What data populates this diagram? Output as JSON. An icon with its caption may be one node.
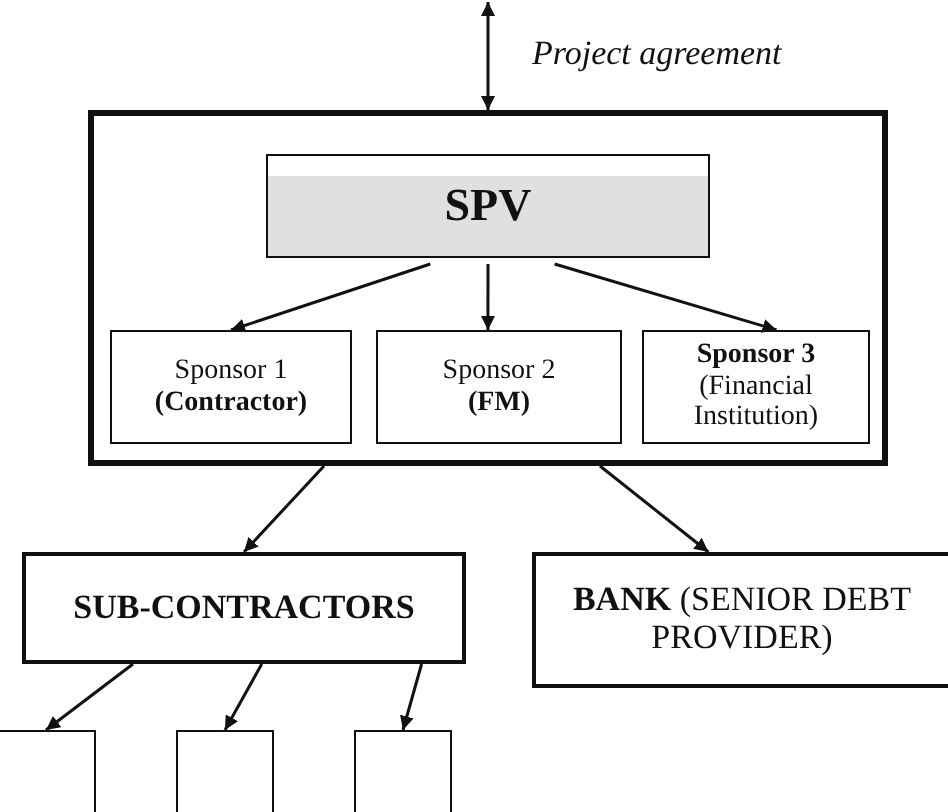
{
  "diagram": {
    "nodes": [
      {
        "text": [],
        "shape": "box"
      },
      {
        "text": [
          "SPV"
        ],
        "in": 0
      },
      {
        "text": [
          "Sponsor 1 **(Contractor)**"
        ],
        "in": 0
      },
      {
        "text": [
          "Sponsor 2 **(FM)**"
        ],
        "in": 0
      },
      {
        "text": [
          "**Sponsor 3** (Financial Institution)"
        ],
        "in": 0
      },
      {
        "text": [
          "SUB-CONTRACTORS"
        ]
      },
      {
        "text": [
          "**BANK** (SENIOR DEBT PROVIDER)"
        ]
      },
      {
        "text": [],
        "shape": "box"
      },
      {
        "text": [],
        "shape": "box"
      },
      {
        "text": [],
        "shape": "box"
      }
    ],
    "edges": [
      {
        "from": null,
        "to": 0,
        "arrow": "both",
        "label": "Project agreement"
      },
      {
        "from": 1,
        "to": 2,
        "arrow": "to"
      },
      {
        "from": 1,
        "to": 3,
        "arrow": "to"
      },
      {
        "from": 1,
        "to": 4,
        "arrow": "to"
      },
      {
        "from": 0,
        "to": 5,
        "arrow": "to"
      },
      {
        "from": 0,
        "to": 6,
        "arrow": "to"
      },
      {
        "from": 5,
        "to": 7,
        "arrow": "to"
      },
      {
        "from": 5,
        "to": 8,
        "arrow": "to"
      },
      {
        "from": 5,
        "to": 9,
        "arrow": "to"
      }
    ]
  }
}
